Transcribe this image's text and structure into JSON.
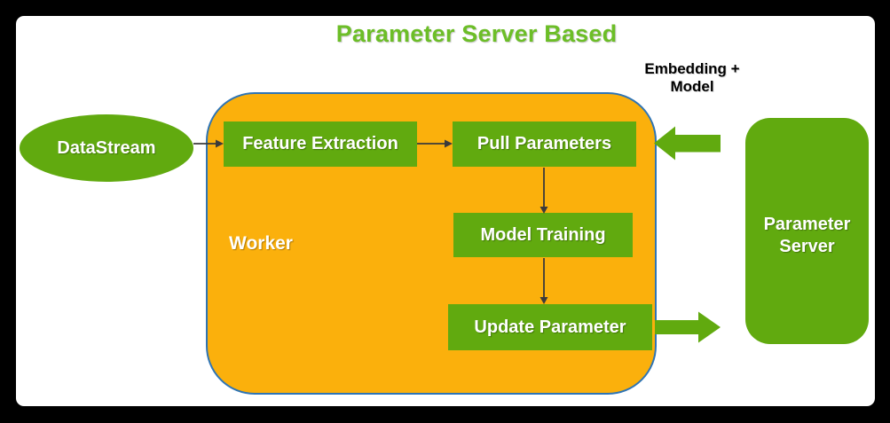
{
  "title": "Parameter Server Based",
  "annotation": {
    "line1": "Embedding +",
    "line2": "Model"
  },
  "nodes": {
    "datastream": {
      "label": "DataStream",
      "shape": "ellipse"
    },
    "worker": {
      "label": "Worker",
      "shape": "rounded-container"
    },
    "feature_extraction": {
      "label": "Feature Extraction",
      "shape": "rect"
    },
    "pull_parameters": {
      "label": "Pull Parameters",
      "shape": "rect"
    },
    "model_training": {
      "label": "Model Training",
      "shape": "rect"
    },
    "update_parameter": {
      "label": "Update Parameter",
      "shape": "rect"
    },
    "parameter_server": {
      "label_line1": "Parameter",
      "label_line2": "Server",
      "shape": "rounded-rect"
    }
  },
  "edges": [
    {
      "from": "datastream",
      "to": "feature_extraction",
      "style": "thin-arrow"
    },
    {
      "from": "feature_extraction",
      "to": "pull_parameters",
      "style": "thin-arrow"
    },
    {
      "from": "pull_parameters",
      "to": "model_training",
      "style": "thin-arrow"
    },
    {
      "from": "model_training",
      "to": "update_parameter",
      "style": "thin-arrow"
    },
    {
      "from": "parameter_server",
      "to": "pull_parameters",
      "style": "block-arrow",
      "label": "Embedding + Model"
    },
    {
      "from": "update_parameter",
      "to": "parameter_server",
      "style": "block-arrow"
    }
  ],
  "colors": {
    "background": "#000000",
    "canvas": "#FFFFFF",
    "title_green": "#6CBE27",
    "shape_green": "#61AA0F",
    "worker_orange": "#FBB00C",
    "worker_border_blue": "#2E74B5",
    "connector_gray": "#3B3B3B",
    "label_white": "#FFFFFF",
    "annotation_black": "#000000"
  }
}
